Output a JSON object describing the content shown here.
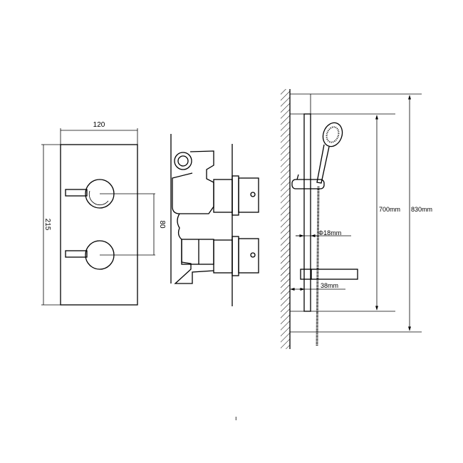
{
  "front_view": {
    "width_label": "120",
    "height_label": "215",
    "spacing_label": "80"
  },
  "rail_view": {
    "diameter_label": "Φ18mm",
    "offset_label": "38mm",
    "rail_length_label": "700mm",
    "overall_height_label": "830mm"
  },
  "footer_mark": "ı"
}
